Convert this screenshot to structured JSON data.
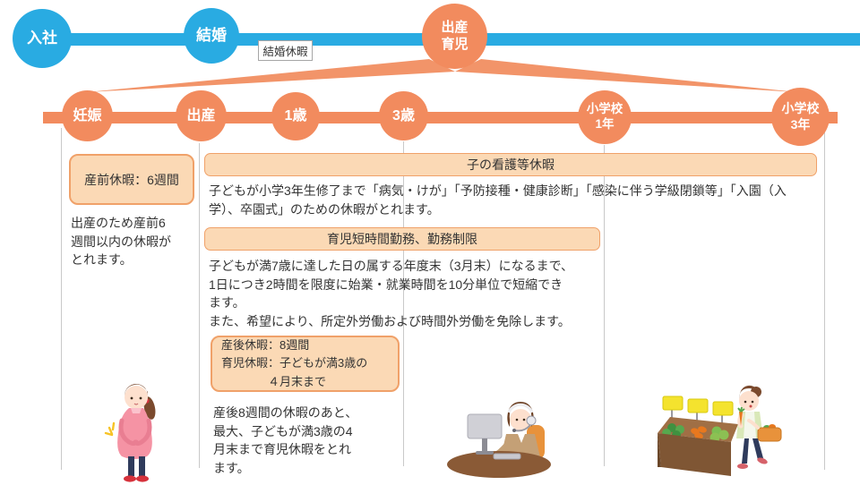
{
  "palette": {
    "blue": "#29ABE2",
    "orange": "#F28B5E",
    "panel_fill": "#FBD9B5",
    "panel_border": "#F0A169",
    "guide_line": "#C9C9C9",
    "text": "#333333"
  },
  "top_timeline": {
    "nodes": [
      {
        "label": "入社"
      },
      {
        "label": "結婚"
      },
      {
        "label": "出産\n育児"
      }
    ],
    "marriage_leave_label": "結婚休暇"
  },
  "sub_timeline": {
    "nodes": [
      {
        "label": "妊娠"
      },
      {
        "label": "出産"
      },
      {
        "label": "1歳"
      },
      {
        "label": "3歳"
      },
      {
        "label": "小学校\n1年"
      },
      {
        "label": "小学校\n3年"
      }
    ]
  },
  "benefits": {
    "prenatal": {
      "title": "産前休暇：6週間",
      "description": "出産のため産前6\n週間以内の休暇が\nとれます。"
    },
    "nursing": {
      "title": "子の看護等休暇",
      "description": "子どもが小学3年生修了まで「病気・けが」「予防接種・健康診断」「感染に伴う学級閉鎖等」「入園（入\n学）、卒園式」のための休暇がとれます。"
    },
    "short_hours": {
      "title": "育児短時間勤務、勤務制限",
      "description": "子どもが満7歳に達した日の属する年度末（3月末）になるまで、\n1日につき2時間を限度に始業・就業時間を10分単位で短縮でき\nます。\nまた、希望により、所定外労働および時間外労働を免除します。"
    },
    "postnatal": {
      "title": "産後休暇：8週間\n育児休暇：子どもが満3歳の\n　　　　４月末まで",
      "description": "産後8週間の休暇のあと、\n最大、子どもが満3歳の4\n月末まで育児休暇をとれ\nます。"
    }
  },
  "illustrations": {
    "left": "pregnant-woman",
    "middle": "woman-with-headset-at-computer",
    "right": "woman-grocery-shopping"
  }
}
